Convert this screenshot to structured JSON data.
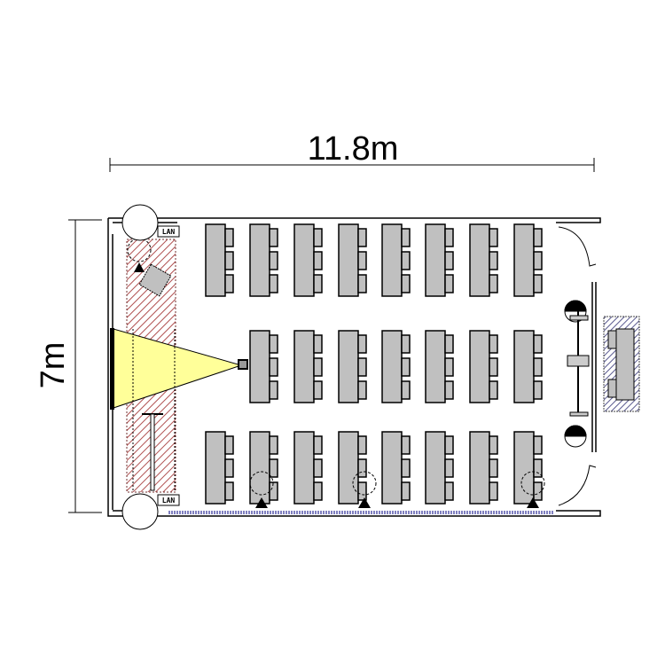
{
  "dimensions": {
    "width_label": "11.8m",
    "height_label": "7m"
  },
  "labels": {
    "lan_top": "LAN",
    "lan_bottom": "LAN"
  },
  "layout_data": {
    "desk_rows": [
      {
        "row": "front",
        "columns": 8
      },
      {
        "row": "middle",
        "columns": 7
      },
      {
        "row": "back",
        "columns": 8
      }
    ],
    "chairs_per_desk": 3
  },
  "colors": {
    "desk": "#c0c0c0",
    "projection": "#ffff99",
    "hatch": "#a04040",
    "side_hatch": "#6060a0"
  }
}
